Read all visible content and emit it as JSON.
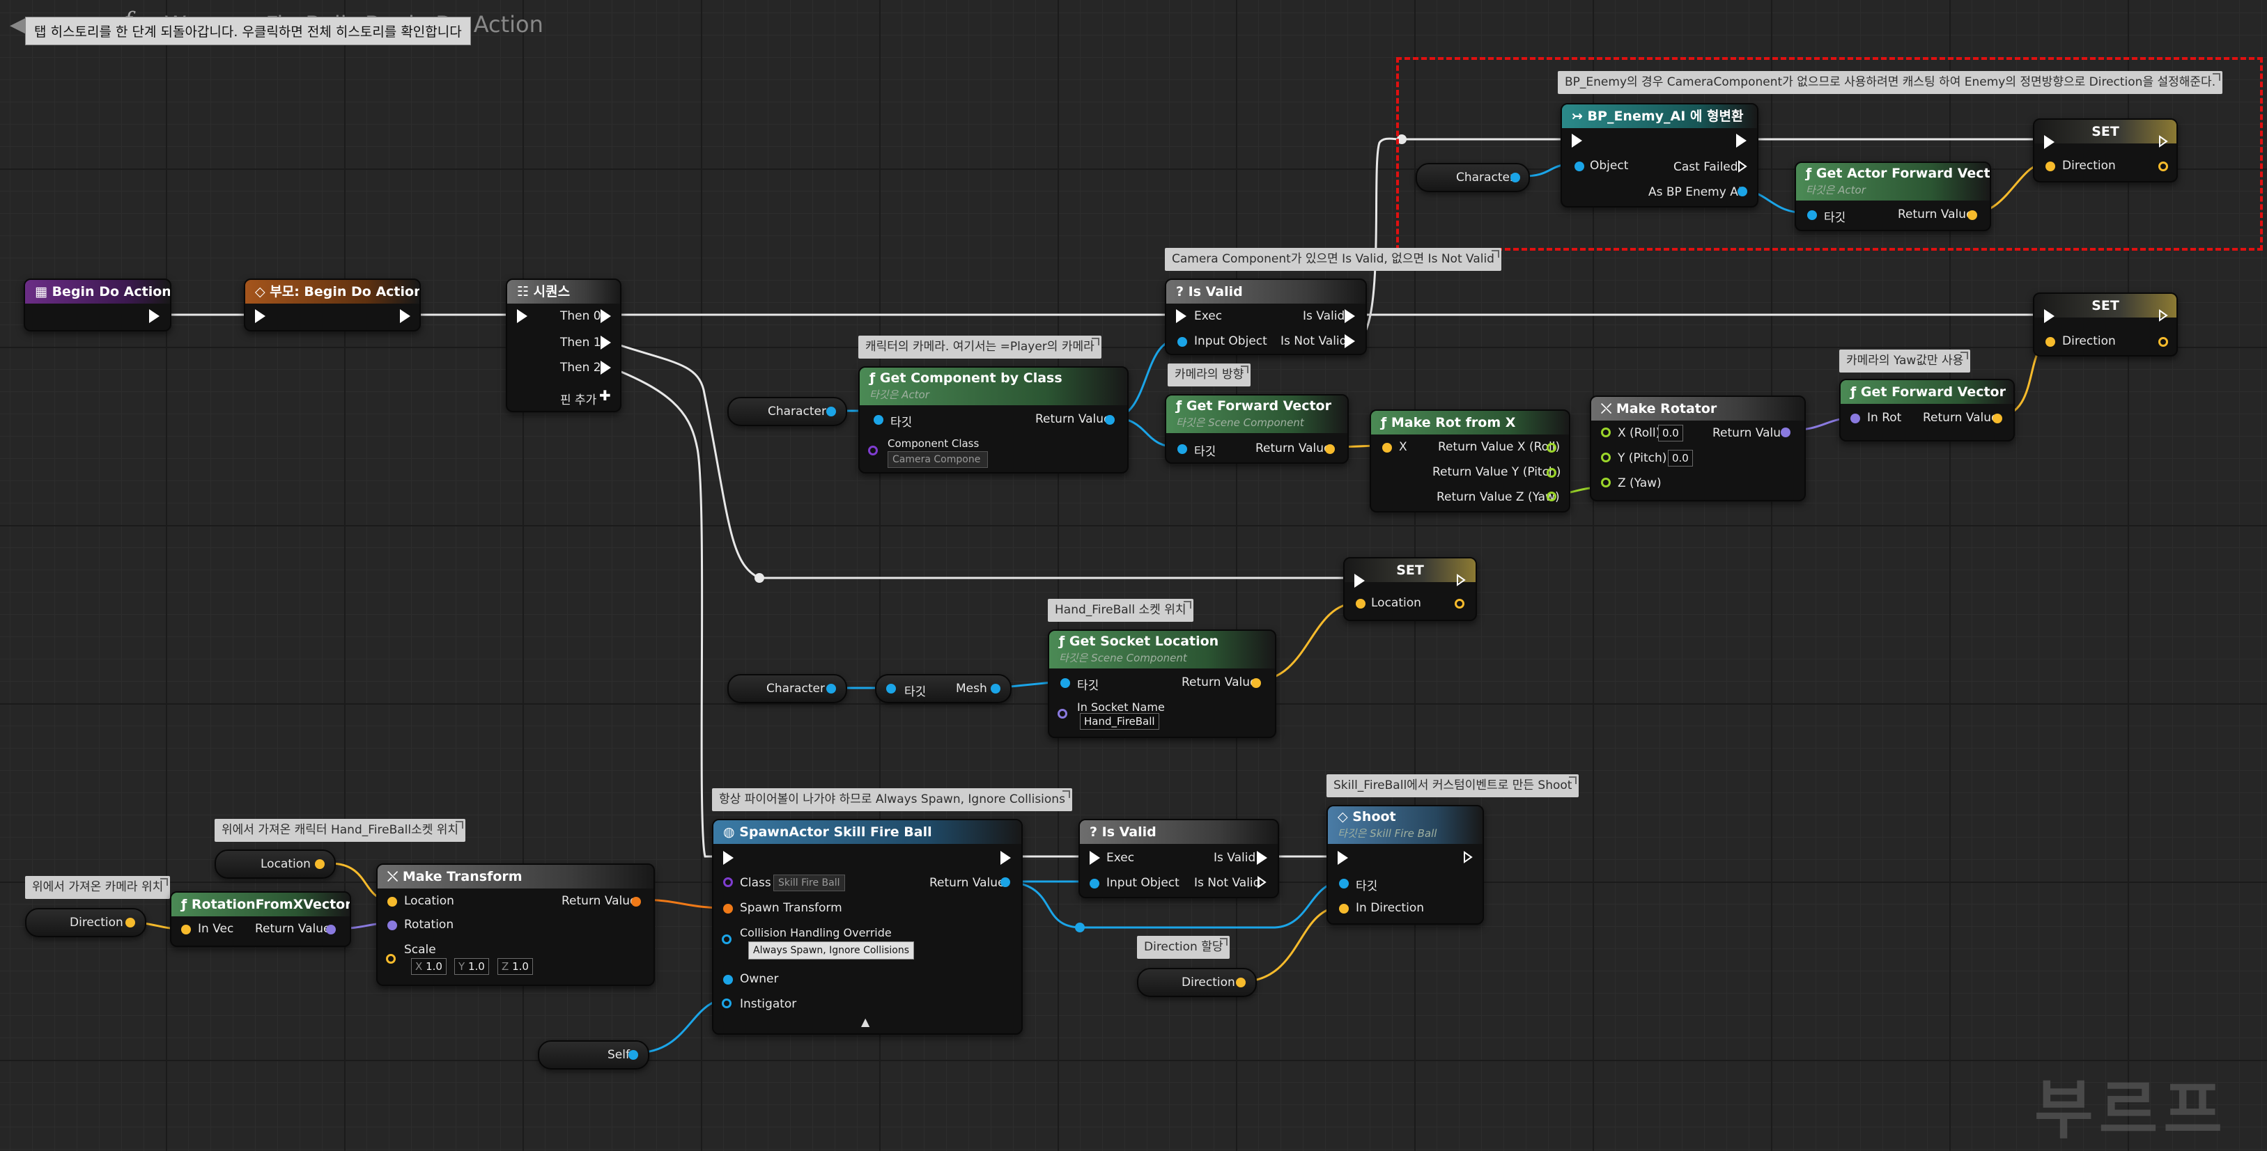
{
  "breadcrumb": {
    "graph": "Weapon_FireBall",
    "function": "Begin Do Action"
  },
  "tooltip": "탭 히스토리를 한 단계 되돌아갑니다. 우클릭하면 전체 히스토리를 확인합니다",
  "colors": {
    "exec": "#ffffff",
    "object": "#1ba5e8",
    "struct_vector": "#f7bb2c",
    "transform": "#f07a18",
    "rotator": "#8a7adf",
    "float": "#9bd52a",
    "class": "#7f3dd0"
  },
  "comments": {
    "cast": "BP_Enemy의 경우 CameraComponent가 없으므로 사용하려면 캐스팅 하여 Enemy의 정면방향으로 Direction을 설정해준다.",
    "camera_valid": "Camera Component가 있으면 Is Valid, 없으면 Is Not Valid",
    "char_camera": "캐릭터의 카메라. 여기서는 =Player의 카메라",
    "camera_dir": "카메라의 방향",
    "yaw_only": "카메라의 Yaw값만 사용",
    "socket_pos": "Hand_FireBall 소켓 위치",
    "always_spawn": "항상 파이어볼이 나가야 하므로 Always Spawn, Ignore Collisions",
    "custom_event": "Skill_FireBall에서 커스텀이벤트로 만든 Shoot",
    "char_socket_pos": "위에서 가져온 캐릭터 Hand_FireBall소켓 위치",
    "camera_dir_from_above": "위에서 가져온 카메라 위치",
    "direction_assign": "Direction 할당"
  },
  "nodes": {
    "begin_do_action": {
      "title": "Begin Do Action"
    },
    "parent_begin": {
      "title": "부모: Begin Do Action"
    },
    "sequence": {
      "title": "시퀀스",
      "then0": "Then 0",
      "then1": "Then 1",
      "then2": "Then 2",
      "add_pin": "핀 추가"
    },
    "is_valid_top": {
      "title": "Is Valid",
      "exec": "Exec",
      "is_valid": "Is Valid",
      "input_object": "Input Object",
      "is_not_valid": "Is Not Valid"
    },
    "cast_enemy": {
      "title": "BP_Enemy_AI 에 형변환",
      "object": "Object",
      "cast_failed": "Cast Failed",
      "as_enemy": "As BP Enemy AI"
    },
    "get_actor_fwd": {
      "title": "Get Actor Forward Vector",
      "subtitle": "타깃은 Actor",
      "target": "타깃",
      "return": "Return Value"
    },
    "set_top": {
      "title": "SET",
      "direction": "Direction"
    },
    "set_mid": {
      "title": "SET",
      "direction": "Direction"
    },
    "get_component": {
      "title": "Get Component by Class",
      "subtitle": "타깃은 Actor",
      "target": "타깃",
      "return": "Return Value",
      "component_class": "Component Class",
      "class_value": "Camera Compone"
    },
    "get_forward_vec": {
      "title": "Get Forward Vector",
      "subtitle": "타깃은 Scene Component",
      "target": "타깃",
      "return": "Return Value"
    },
    "make_rot_x": {
      "title": "Make Rot from X",
      "x": "X",
      "ret_x": "Return Value X (Roll)",
      "ret_y": "Return Value Y (Pitch)",
      "ret_z": "Return Value Z (Yaw)"
    },
    "make_rotator": {
      "title": "Make Rotator",
      "x": "X (Roll)",
      "y": "Y (Pitch)",
      "z": "Z (Yaw)",
      "x_val": "0.0",
      "y_val": "0.0",
      "return": "Return Value"
    },
    "get_fwd_rot": {
      "title": "Get Forward Vector",
      "in_rot": "In Rot",
      "return": "Return Value"
    },
    "set_location": {
      "title": "SET",
      "location": "Location"
    },
    "get_socket": {
      "title": "Get Socket Location",
      "subtitle": "타깃은 Scene Component",
      "target": "타깃",
      "return": "Return Value",
      "socket_name": "In Socket Name",
      "socket_value": "Hand_FireBall"
    },
    "mesh_get": {
      "target": "타깃",
      "mesh": "Mesh"
    },
    "spawn_actor": {
      "title": "SpawnActor Skill Fire Ball",
      "class": "Class",
      "class_value": "Skill Fire Ball",
      "return": "Return Value",
      "spawn_transform": "Spawn Transform",
      "collision": "Collision Handling Override",
      "collision_value": "Always Spawn, Ignore Collisions",
      "owner": "Owner",
      "instigator": "Instigator"
    },
    "is_valid_bottom": {
      "title": "Is Valid",
      "exec": "Exec",
      "is_valid": "Is Valid",
      "input_object": "Input Object",
      "is_not_valid": "Is Not Valid"
    },
    "shoot": {
      "title": "Shoot",
      "subtitle": "타깃은 Skill Fire Ball",
      "target": "타깃",
      "in_direction": "In Direction"
    },
    "make_transform": {
      "title": "Make Transform",
      "location": "Location",
      "rotation": "Rotation",
      "scale": "Scale",
      "return": "Return Value",
      "sx": "1.0",
      "sy": "1.0",
      "sz": "1.0",
      "x_label": "X",
      "y_label": "Y",
      "z_label": "Z"
    },
    "rot_from_x": {
      "title": "RotationFromXVector",
      "in_vec": "In Vec",
      "return": "Return Value"
    }
  },
  "variables": {
    "character_cast": "Character",
    "character_comp": "Character",
    "character_mesh": "Character",
    "location_get": "Location",
    "direction_get": "Direction",
    "direction_get2": "Direction",
    "self": "Self"
  },
  "watermark": "부르프"
}
